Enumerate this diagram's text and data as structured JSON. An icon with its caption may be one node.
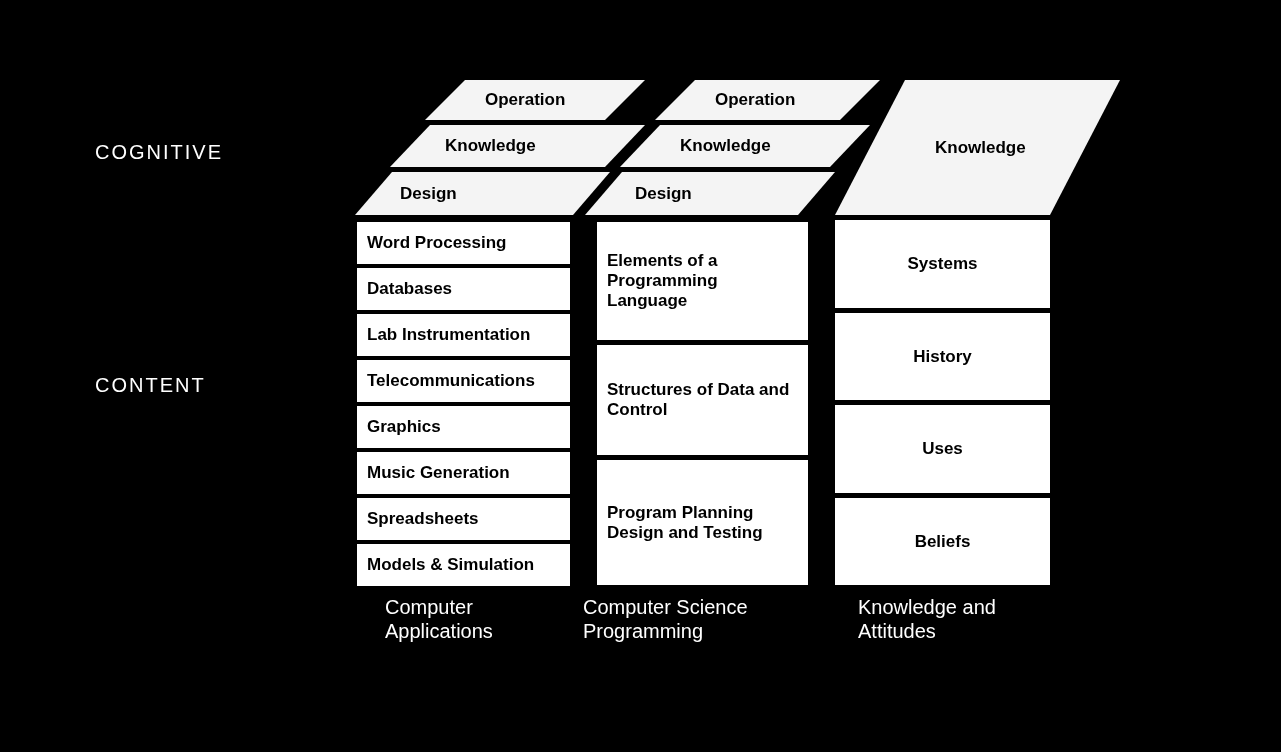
{
  "diagram": {
    "nodes": [
      {
        "text": [
          "Operation"
        ]
      },
      {
        "text": [
          "Knowledge"
        ]
      },
      {
        "text": [
          "Design"
        ]
      },
      {
        "text": [
          "Word Processing"
        ]
      },
      {
        "text": [
          "Databases"
        ]
      },
      {
        "text": [
          "Lab Instrumentation"
        ]
      },
      {
        "text": [
          "Telecommunications"
        ]
      },
      {
        "text": [
          "Graphics"
        ]
      },
      {
        "text": [
          "Music Generation"
        ]
      },
      {
        "text": [
          "Spreadsheets"
        ]
      },
      {
        "text": [
          "Models & Simulation"
        ]
      },
      {
        "text": [
          "Operation"
        ]
      },
      {
        "text": [
          "Knowledge"
        ]
      },
      {
        "text": [
          "Design"
        ]
      },
      {
        "text": [
          "Elements of a Programming Language"
        ]
      },
      {
        "text": [
          "Structures of Data and Control"
        ]
      },
      {
        "text": [
          "Program Planning Design and Testing"
        ]
      },
      {
        "text": [
          "Knowledge"
        ]
      },
      {
        "text": [
          "Systems"
        ]
      },
      {
        "text": [
          "History"
        ]
      },
      {
        "text": [
          "Uses"
        ]
      },
      {
        "text": [
          "Beliefs"
        ]
      }
    ],
    "labels": [
      "COGNITIVE",
      "CONTENT",
      "Computer Applications",
      "Computer Science Programming",
      "Knowledge and Attitudes"
    ]
  }
}
